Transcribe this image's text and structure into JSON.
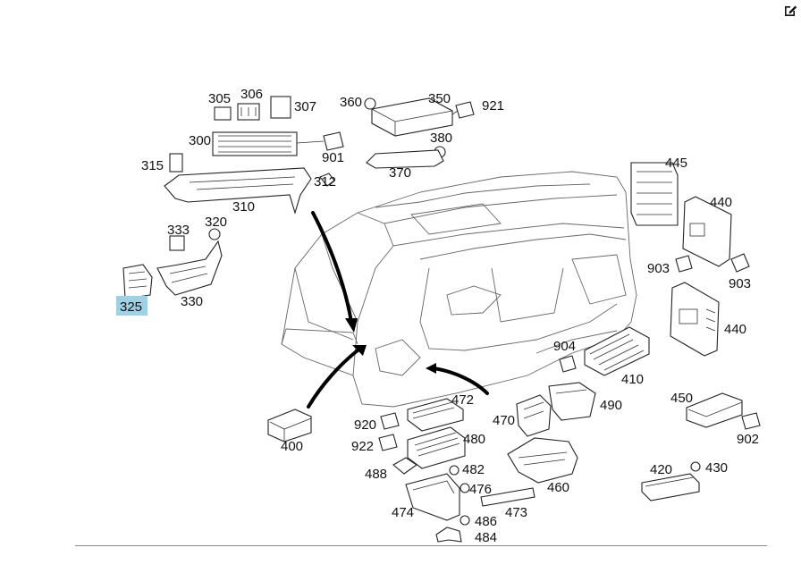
{
  "toolbar": {
    "edit_icon": "edit-pencil-icon"
  },
  "labels": {
    "l305": "305",
    "l306": "306",
    "l307": "307",
    "l300": "300",
    "l315": "315",
    "l310": "310",
    "l312": "312",
    "l901": "901",
    "l360": "360",
    "l350": "350",
    "l921": "921",
    "l380": "380",
    "l370": "370",
    "l333": "333",
    "l320": "320",
    "l325": "325",
    "l330": "330",
    "l445": "445",
    "l440a": "440",
    "l903a": "903",
    "l903b": "903",
    "l440b": "440",
    "l904": "904",
    "l410": "410",
    "l472": "472",
    "l490": "490",
    "l470": "470",
    "l450": "450",
    "l920": "920",
    "l480": "480",
    "l902": "902",
    "l922": "922",
    "l400": "400",
    "l488": "488",
    "l482": "482",
    "l476": "476",
    "l460": "460",
    "l420": "420",
    "l430": "430",
    "l474": "474",
    "l473": "473",
    "l486": "486",
    "l484": "484"
  },
  "highlight": {
    "color": "#9fd0e3",
    "label": "325"
  }
}
